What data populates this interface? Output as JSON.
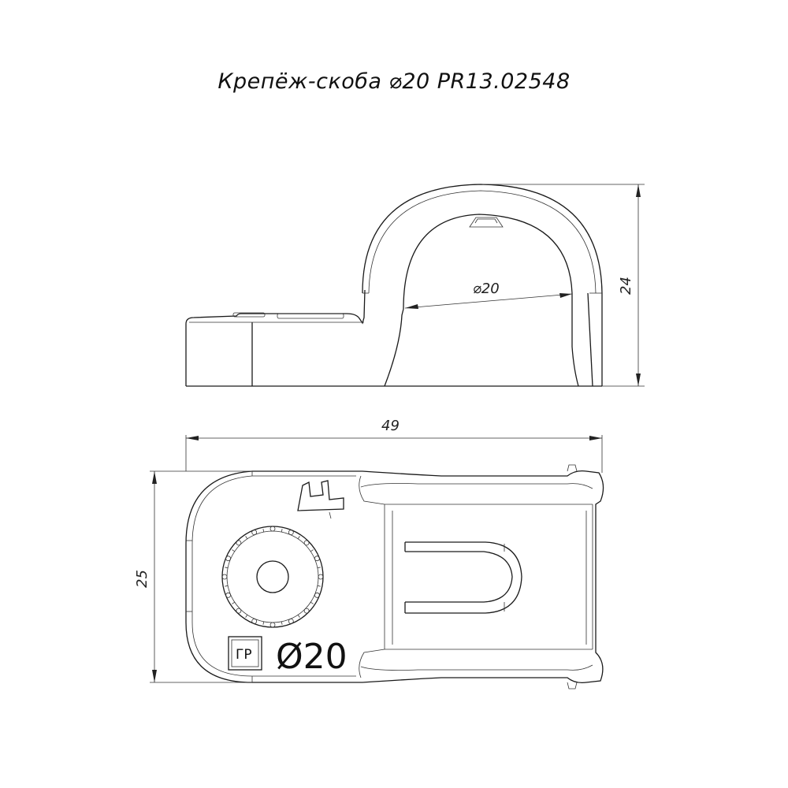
{
  "title": "Крепёж-скоба ⌀20 PR13.02548",
  "dimensions": {
    "diameter": "⌀20",
    "height": "24",
    "length": "49",
    "width": "25"
  },
  "marking": {
    "logo": "ГР",
    "size": "Ø20"
  }
}
